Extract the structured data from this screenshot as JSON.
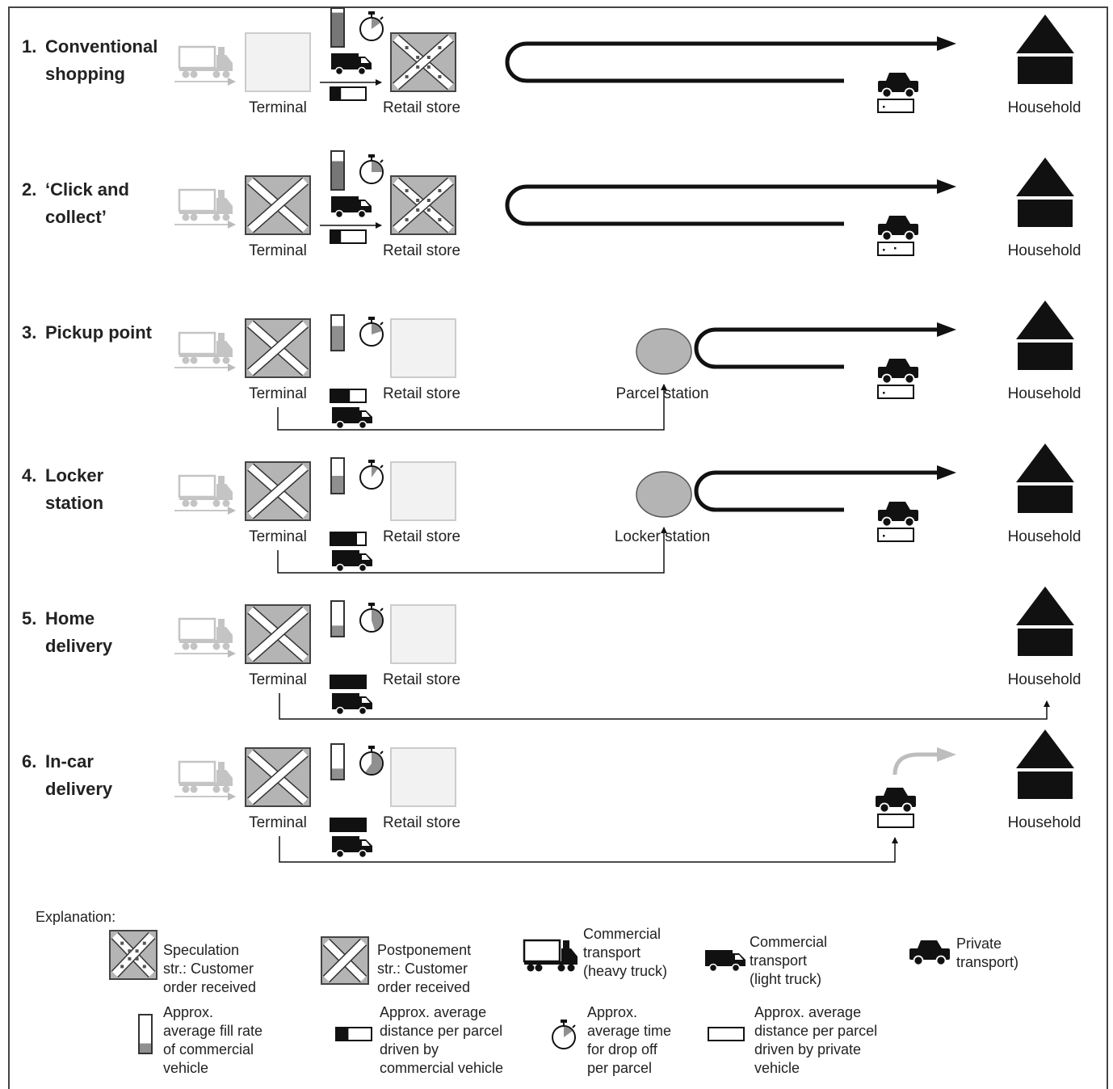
{
  "scenarios": [
    {
      "num": "1.",
      "title_lines": [
        "Conventional",
        "shopping"
      ],
      "terminal": "Terminal",
      "store": "Retail store",
      "station": "",
      "household": "Household",
      "terminal_crossed": false,
      "store_symbol": "speculation",
      "fill_rate": 0.9,
      "drop_time": 0.15,
      "commercial_distance": 0.3,
      "private_distance": 0.1,
      "private_trip": true,
      "station_trip": false,
      "delivery_to": "none",
      "vehicle_row": true
    },
    {
      "num": "2.",
      "title_lines": [
        "‘Click and",
        "collect’"
      ],
      "terminal": "Terminal",
      "store": "Retail store",
      "station": "",
      "household": "Household",
      "terminal_crossed": true,
      "store_symbol": "speculation",
      "fill_rate": 0.75,
      "drop_time": 0.25,
      "commercial_distance": 0.3,
      "private_distance": 0.2,
      "private_trip": true,
      "station_trip": false,
      "delivery_to": "none",
      "vehicle_row": true
    },
    {
      "num": "3.",
      "title_lines": [
        "Pickup point"
      ],
      "terminal": "Terminal",
      "store": "Retail store",
      "station": "Parcel station",
      "household": "Household",
      "terminal_crossed": true,
      "store_symbol": "none",
      "fill_rate": 0.7,
      "drop_time": 0.2,
      "commercial_distance": 0.55,
      "private_distance": 0.1,
      "private_trip": true,
      "station_trip": true,
      "delivery_to": "station",
      "vehicle_row": false
    },
    {
      "num": "4.",
      "title_lines": [
        "Locker",
        "station"
      ],
      "terminal": "Terminal",
      "store": "Retail store",
      "station": "Locker station",
      "household": "Household",
      "terminal_crossed": true,
      "store_symbol": "none",
      "fill_rate": 0.5,
      "drop_time": 0.1,
      "commercial_distance": 0.75,
      "private_distance": 0.05,
      "private_trip": true,
      "station_trip": true,
      "delivery_to": "station",
      "vehicle_row": false
    },
    {
      "num": "5.",
      "title_lines": [
        "Home",
        "delivery"
      ],
      "terminal": "Terminal",
      "store": "Retail store",
      "station": "",
      "household": "Household",
      "terminal_crossed": true,
      "store_symbol": "none",
      "fill_rate": 0.3,
      "drop_time": 0.45,
      "commercial_distance": 1.0,
      "private_distance": 0.0,
      "private_trip": false,
      "station_trip": false,
      "delivery_to": "household",
      "vehicle_row": false
    },
    {
      "num": "6.",
      "title_lines": [
        "In-car",
        "delivery"
      ],
      "terminal": "Terminal",
      "store": "Retail store",
      "station": "",
      "household": "Household",
      "terminal_crossed": true,
      "store_symbol": "none",
      "fill_rate": 0.3,
      "drop_time": 0.6,
      "commercial_distance": 1.0,
      "private_distance": 0.0,
      "private_trip": false,
      "station_trip": false,
      "delivery_to": "car",
      "vehicle_row": false
    }
  ],
  "legend": {
    "heading": "Explanation:",
    "speculation": [
      "Speculation",
      "str.: Customer",
      "order received"
    ],
    "postponement": [
      "Postponement",
      "str.: Customer",
      "order received"
    ],
    "heavy_truck": [
      "Commercial",
      "transport",
      "(heavy truck)"
    ],
    "light_truck": [
      "Commercial",
      "transport",
      "(light truck)"
    ],
    "private": [
      "Private",
      "transport)"
    ],
    "fill_rate": [
      "Approx.",
      "average fill rate",
      "of commercial",
      "vehicle"
    ],
    "commercial_distance": [
      "Approx. average",
      "distance per parcel",
      "driven by",
      "commercial vehicle"
    ],
    "drop_time": [
      "Approx.",
      "average time",
      "for drop off",
      "per parcel"
    ],
    "private_distance": [
      "Approx. average",
      "distance per parcel",
      "driven by private",
      "vehicle"
    ]
  },
  "colors": {
    "ink": "#111111",
    "grey": "#909090",
    "box_fill": "#b4b4b4",
    "light_box": "#f2f2f2",
    "light_truck_grey": "#c4c4c4"
  }
}
